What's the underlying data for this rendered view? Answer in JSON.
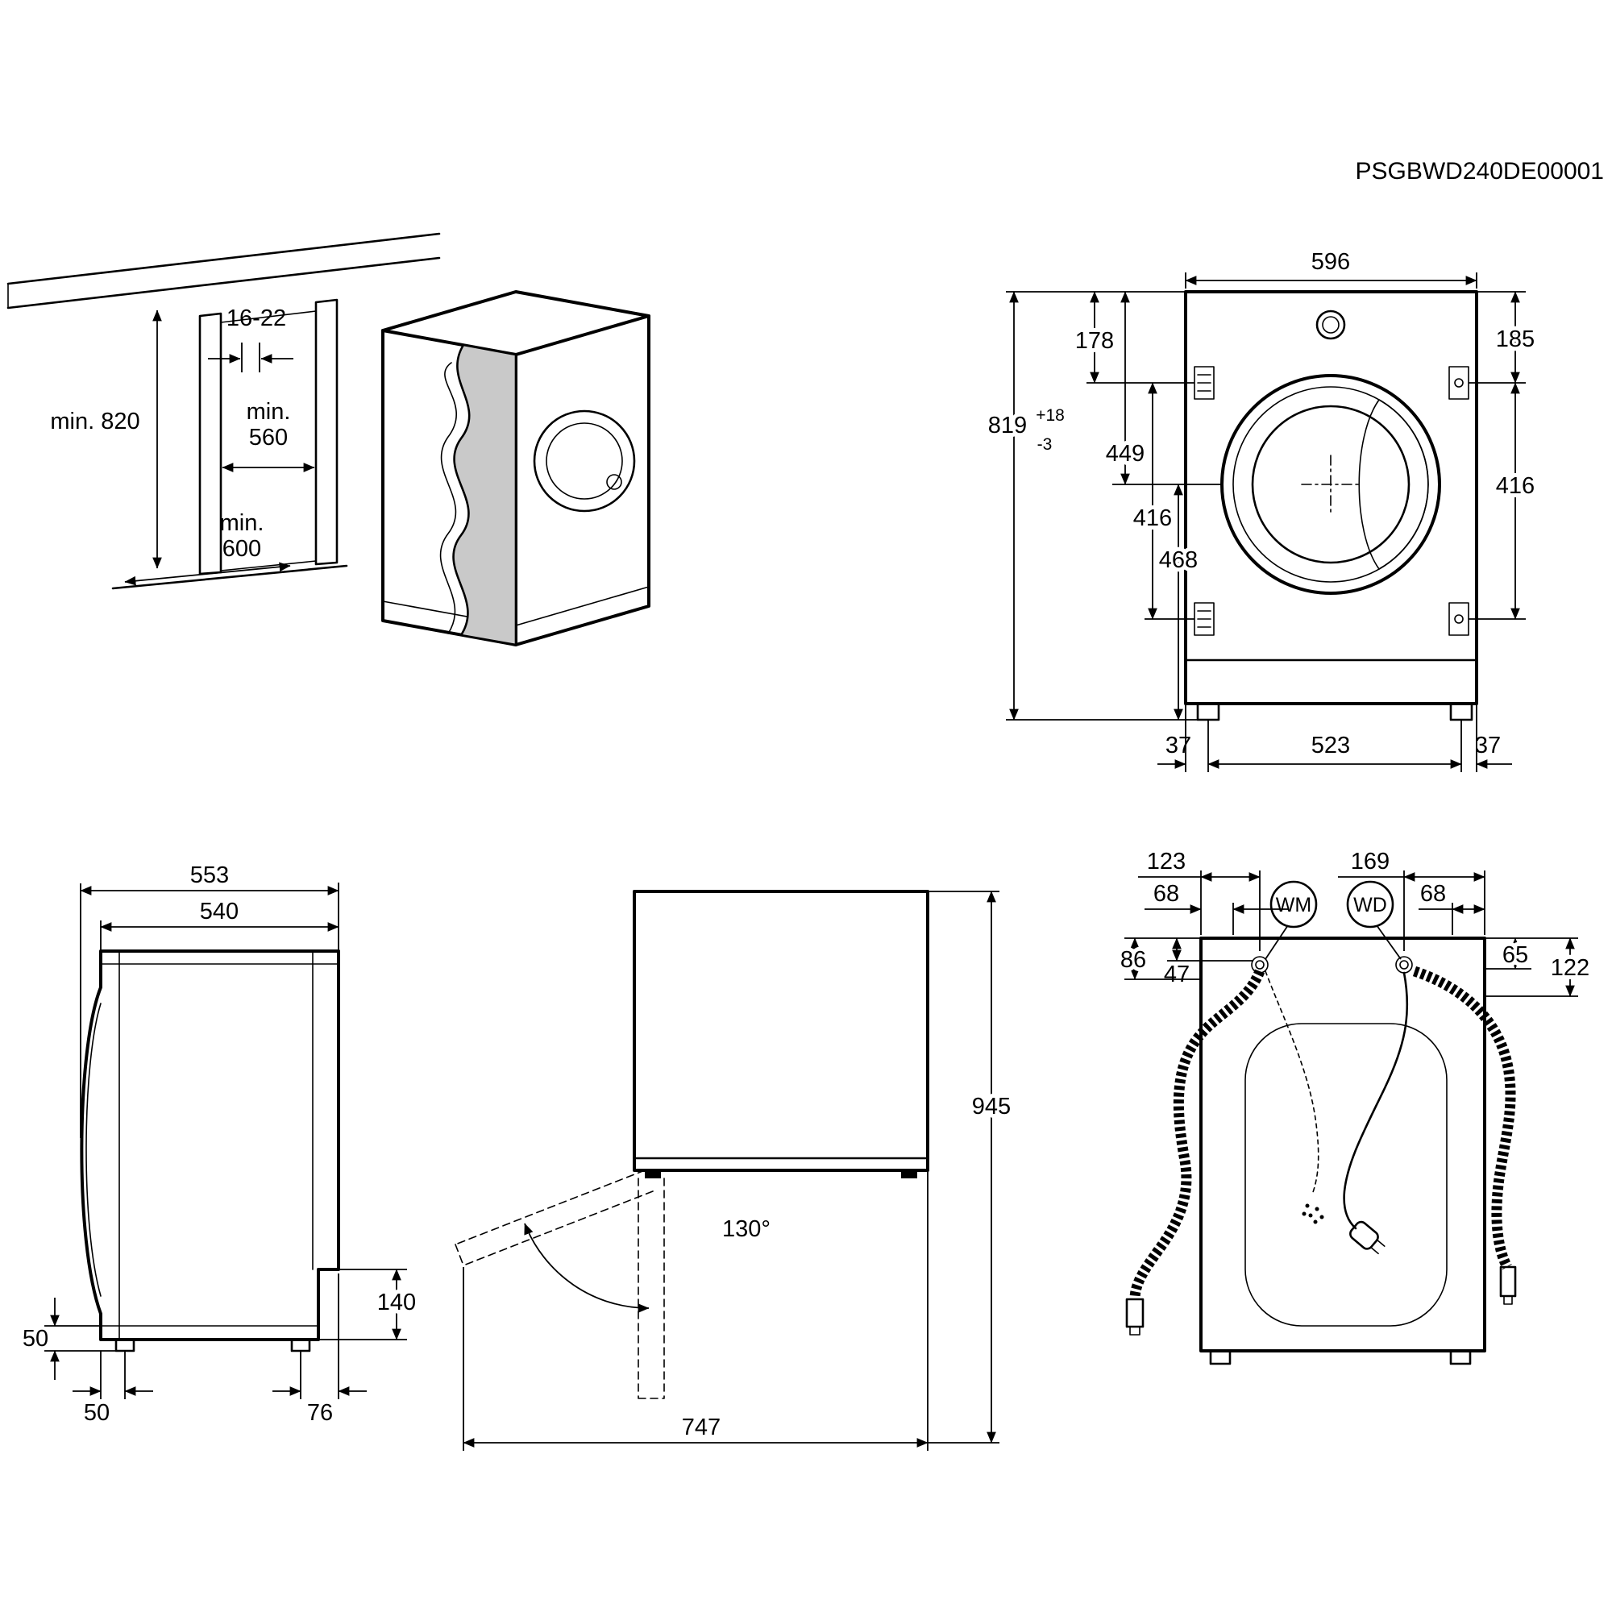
{
  "doc": {
    "code": "PSGBWD240DE00001"
  },
  "colors": {
    "line": "#000000",
    "background": "#ffffff",
    "panel_gray": "#c9c9c9"
  },
  "installation_view": {
    "gap": "16-22",
    "height_min": "min. 820",
    "width_min_label": "min.",
    "width_min_value": "560",
    "depth_min_label": "min.",
    "depth_min_value": "600"
  },
  "front_view": {
    "width": "596",
    "offset_top_left": "178",
    "offset_top_right": "185",
    "height": "819",
    "height_tol_plus": "+18",
    "height_tol_minus": "-3",
    "center_from_top": "449",
    "bracket_span_left": "416",
    "bracket_span_right": "416",
    "lower_span": "468",
    "foot_offset_left": "37",
    "foot_spacing": "523",
    "foot_offset_right": "37"
  },
  "side_view": {
    "depth_total": "553",
    "depth_body": "540",
    "plinth_height": "50",
    "recess_height": "140",
    "foot_offset_front": "50",
    "foot_offset_rear": "76"
  },
  "door_view": {
    "opening_angle": "130°",
    "height": "945",
    "clearance_depth": "747"
  },
  "rear_view": {
    "wm_label": "WM",
    "wd_label": "WD",
    "wm_offset": "123",
    "wm_inner_offset": "68",
    "wd_offset": "169",
    "wd_inner_offset": "68",
    "drain_height": "86",
    "drain_inner": "47",
    "inlet_height": "65",
    "cord_height": "122"
  }
}
